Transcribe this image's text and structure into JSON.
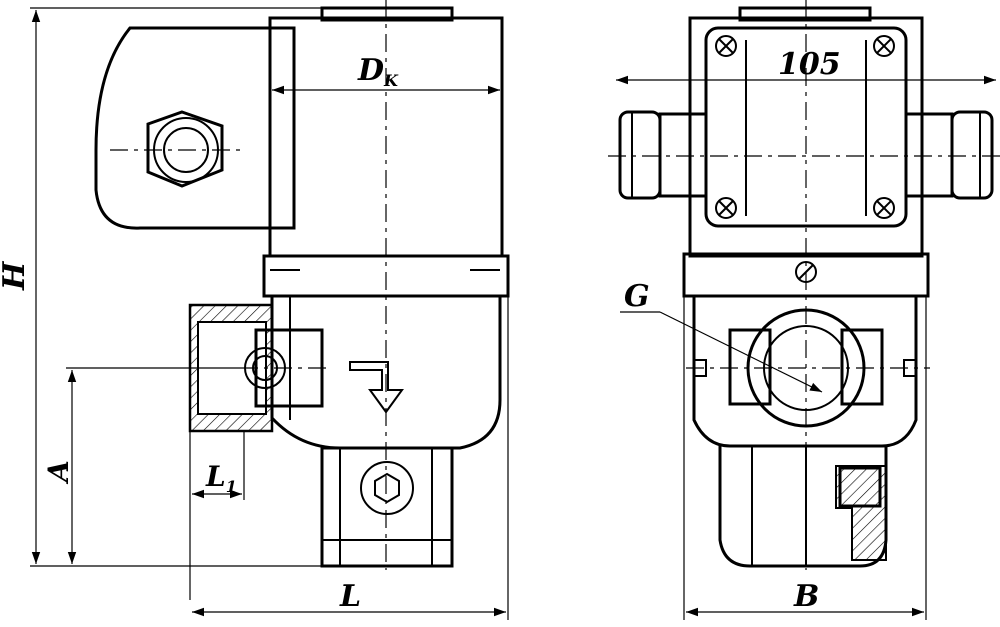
{
  "labels": {
    "dk_main": "D",
    "dk_sub": "K",
    "h": "H",
    "a": "A",
    "l1_main": "L",
    "l1_sub": "1",
    "l": "L",
    "dim_105": "105",
    "g": "G",
    "b": "B"
  }
}
